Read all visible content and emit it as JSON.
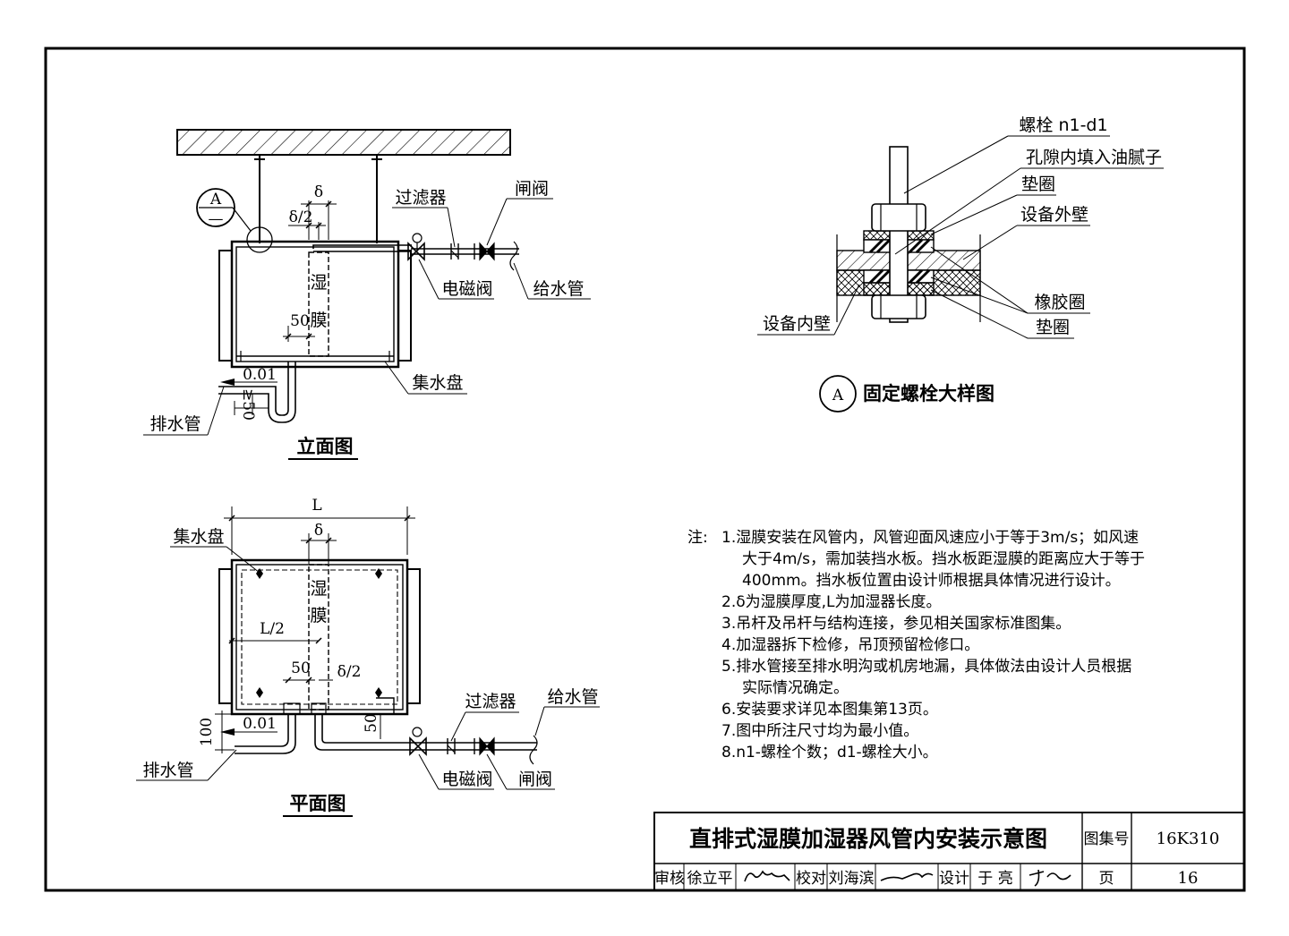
{
  "elevation": {
    "title": "立面图",
    "labels": {
      "delta": "δ",
      "half_delta": "δ/2",
      "filter": "过滤器",
      "gate_valve": "闸阀",
      "solenoid_valve": "电磁阀",
      "water_supply": "给水管",
      "film_1": "湿",
      "film_2": "膜",
      "dim_50": "50",
      "slope": "0.01",
      "drain_pipe": "排水管",
      "collect_tray": "集水盘",
      "min_50": "≥50",
      "detail_mark": "A",
      "detail_mark_sub": "—"
    }
  },
  "plan": {
    "title": "平面图",
    "labels": {
      "L": "L",
      "delta": "δ",
      "collect_tray": "集水盘",
      "film_1": "湿",
      "film_2": "膜",
      "half_L": "L/2",
      "dim_50": "50",
      "half_delta": "δ/2",
      "filter": "过滤器",
      "water_supply": "给水管",
      "dim_100": "100",
      "slope": "0.01",
      "dim_50b": "50",
      "drain_pipe": "排水管",
      "solenoid_valve": "电磁阀",
      "gate_valve": "闸阀"
    }
  },
  "detail": {
    "title": "固定螺栓大样图",
    "mark": "A",
    "labels": {
      "bolt": "螺栓 n1-d1",
      "putty": "孔隙内填入油腻子",
      "washer_top": "垫圈",
      "outer_wall": "设备外壁",
      "inner_wall": "设备内壁",
      "rubber_ring": "橡胶圈",
      "washer_bottom": "垫圈"
    }
  },
  "notes": {
    "prefix": "注:",
    "lines": [
      "1.湿膜安装在风管内，风管迎面风速应小于等于3m/s；如风速",
      "大于4m/s，需加装挡水板。挡水板距湿膜的距离应大于等于",
      "400mm。挡水板位置由设计师根据具体情况进行设计。",
      "2.δ为湿膜厚度,L为加湿器长度。",
      "3.吊杆及吊杆与结构连接，参见相关国家标准图集。",
      "4.加湿器拆下检修，吊顶预留检修口。",
      "5.排水管接至排水明沟或机房地漏，具体做法由设计人员根据",
      "实际情况确定。",
      "6.安装要求详见本图集第13页。",
      "7.图中所注尺寸均为最小值。",
      "8.n1-螺栓个数；d1-螺栓大小。"
    ]
  },
  "title_block": {
    "drawing_title": "直排式湿膜加湿器风管内安装示意图",
    "atlas_label": "图集号",
    "atlas_no": "16K310",
    "review_label": "审核",
    "reviewer": "徐立平",
    "check_label": "校对",
    "checker": "刘海滨",
    "design_label": "设计",
    "designer": "于 亮",
    "page_label": "页",
    "page_no": "16"
  }
}
